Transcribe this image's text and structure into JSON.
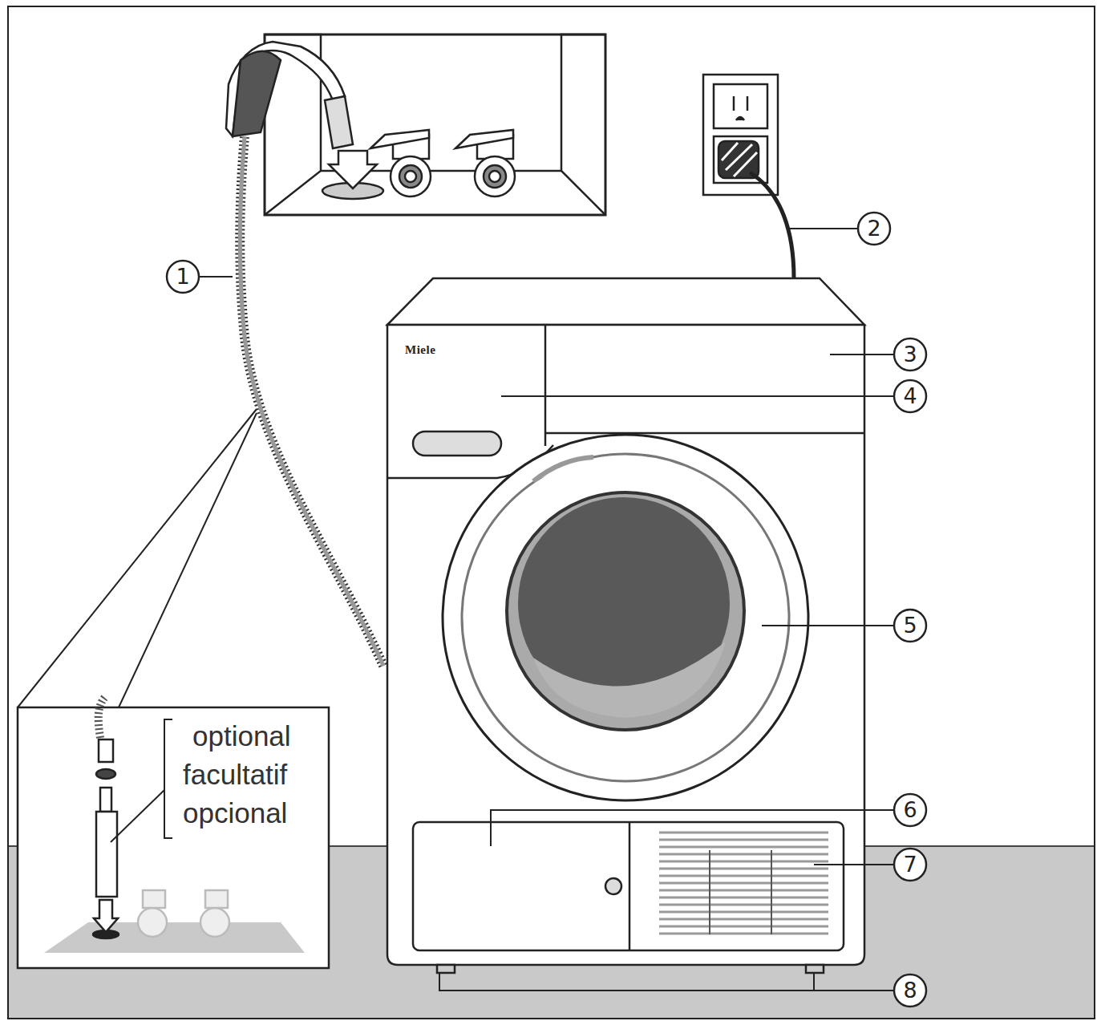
{
  "diagram": {
    "labels": [
      "Miele",
      "1",
      "2",
      "3",
      "4",
      "5",
      "6",
      "7",
      "8",
      "optional",
      "facultatif",
      "opcional"
    ]
  }
}
